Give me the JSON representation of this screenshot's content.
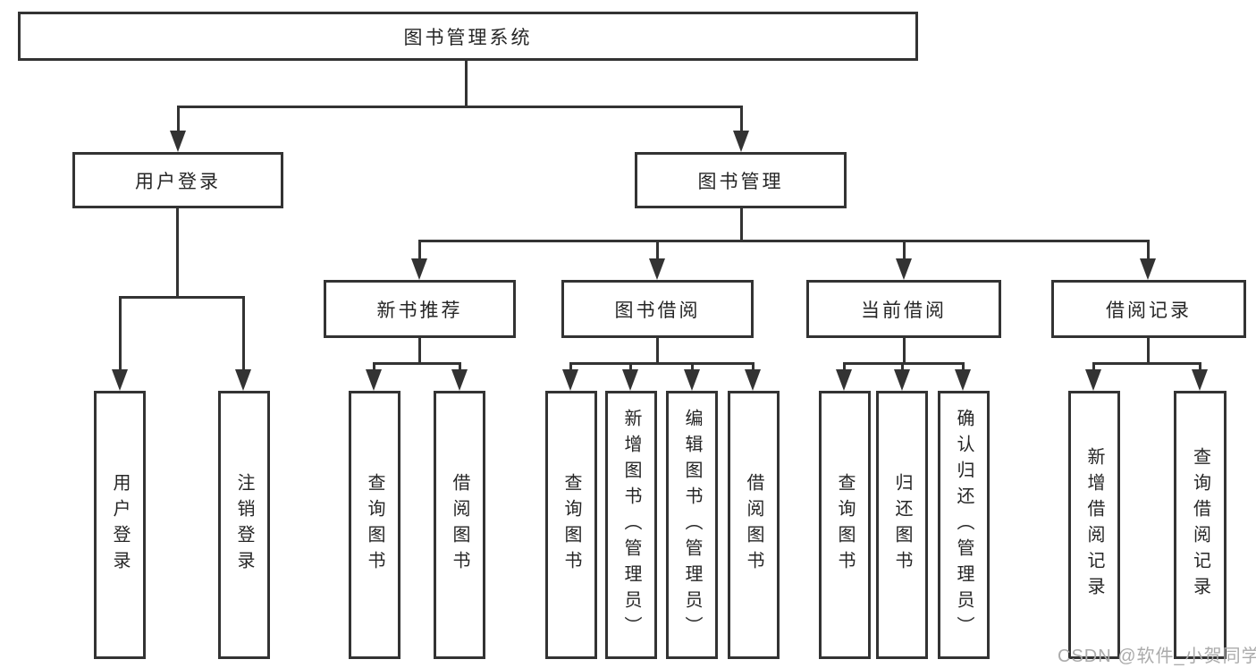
{
  "diagram_title": "图书管理系统",
  "watermark": "CSDN @软件_小贺同学",
  "colors": {
    "line": "#333333",
    "box_border": "#333333",
    "box_background": "#ffffff",
    "text": "#262626",
    "watermark_text": "#ababab"
  },
  "nodes": {
    "root": "图书管理系统",
    "l2_user": "用户登录",
    "l2_book": "图书管理",
    "l3_new": "新书推荐",
    "l3_borrow": "图书借阅",
    "l3_current": "当前借阅",
    "l3_record": "借阅记录",
    "leaf_user_login": "用户登录",
    "leaf_user_logout": "注销登录",
    "leaf_new_query": "查询图书",
    "leaf_new_borrow": "借阅图书",
    "leaf_borrow_query": "查询图书",
    "leaf_borrow_add": "新增图书（管理员）",
    "leaf_borrow_edit": "编辑图书（管理员）",
    "leaf_borrow_borrow": "借阅图书",
    "leaf_current_query": "查询图书",
    "leaf_current_return": "归还图书",
    "leaf_current_confirm": "确认归还（管理员）",
    "leaf_record_add": "新增借阅记录",
    "leaf_record_query": "查询借阅记录"
  },
  "hierarchy": {
    "图书管理系统": {
      "用户登录": [
        "用户登录",
        "注销登录"
      ],
      "图书管理": {
        "新书推荐": [
          "查询图书",
          "借阅图书"
        ],
        "图书借阅": [
          "查询图书",
          "新增图书（管理员）",
          "编辑图书（管理员）",
          "借阅图书"
        ],
        "当前借阅": [
          "查询图书",
          "归还图书",
          "确认归还（管理员）"
        ],
        "借阅记录": [
          "新增借阅记录",
          "查询借阅记录"
        ]
      }
    }
  }
}
